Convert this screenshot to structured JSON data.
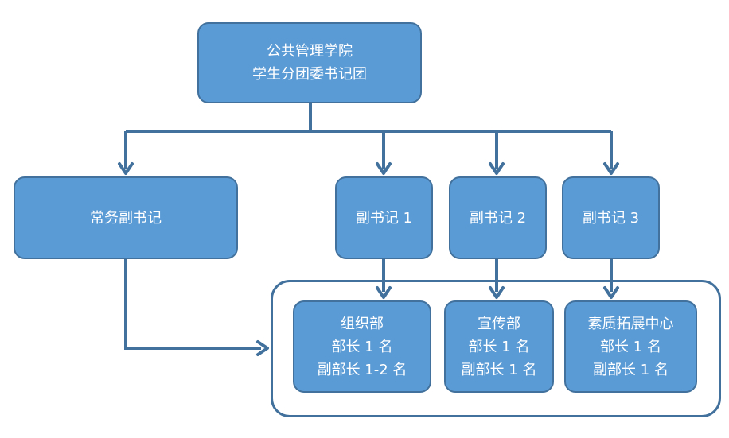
{
  "diagram": {
    "root": {
      "line1": "公共管理学院",
      "line2": "学生分团委书记团"
    },
    "executive_deputy": {
      "label": "常务副书记"
    },
    "deputies": [
      {
        "label": "副书记 1"
      },
      {
        "label": "副书记 2"
      },
      {
        "label": "副书记 3"
      }
    ],
    "departments": [
      {
        "name": "组织部",
        "head": "部长 1 名",
        "deputy": "副部长 1-2 名"
      },
      {
        "name": "宣传部",
        "head": "部长 1 名",
        "deputy": "副部长 1 名"
      },
      {
        "name": "素质拓展中心",
        "head": "部长 1 名",
        "deputy": "副部长 1 名"
      }
    ]
  },
  "colors": {
    "node_fill": "#5b9bd5",
    "node_border": "#41719c",
    "connector": "#41719c",
    "text": "#ffffff"
  }
}
